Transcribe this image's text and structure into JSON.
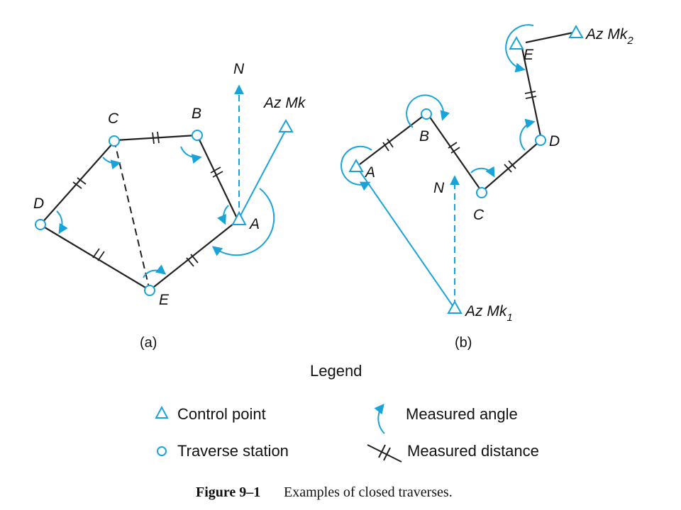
{
  "colors": {
    "accent": "#1aa3d9",
    "line": "#222222",
    "background": "#ffffff"
  },
  "diagram_a": {
    "caption": "(a)",
    "north_label": "N",
    "azimuth_mark_label": "Az Mk",
    "stations": {
      "A": "A",
      "B": "B",
      "C": "C",
      "D": "D",
      "E": "E"
    }
  },
  "diagram_b": {
    "caption": "(b)",
    "north_label": "N",
    "azimuth_mark_1": {
      "text": "Az Mk",
      "subscript": "1"
    },
    "azimuth_mark_2": {
      "text": "Az Mk",
      "subscript": "2"
    },
    "stations": {
      "A": "A",
      "B": "B",
      "C": "C",
      "D": "D",
      "E": "E"
    }
  },
  "legend": {
    "title": "Legend",
    "items": {
      "control_point": {
        "label": "Control point",
        "icon": "triangle-icon"
      },
      "traverse_station": {
        "label": "Traverse station",
        "icon": "circle-icon"
      },
      "measured_angle": {
        "label": "Measured angle",
        "icon": "arc-icon"
      },
      "measured_distance": {
        "label": "Measured distance",
        "icon": "double-tick-line-icon"
      }
    }
  },
  "figure_caption": {
    "number": "Figure 9–1",
    "text": "Examples of closed traverses."
  }
}
